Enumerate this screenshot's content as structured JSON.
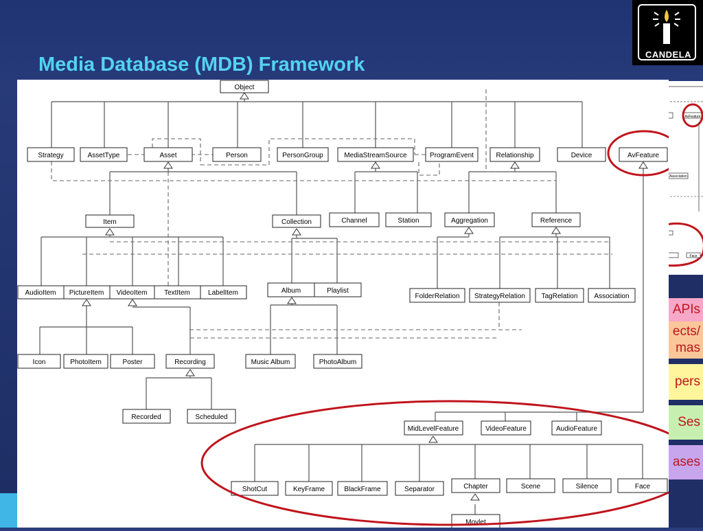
{
  "slide": {
    "title": "Media Database (MDB) Framework",
    "logo_text": "CANDELA"
  },
  "diagram": {
    "classes": {
      "object": "Object",
      "strategy": "Strategy",
      "asset_type": "AssetType",
      "asset": "Asset",
      "person": "Person",
      "person_group": "PersonGroup",
      "media_stream_source": "MediaStreamSource",
      "program_event": "ProgramEvent",
      "relationship": "Relationship",
      "device": "Device",
      "av_feature": "AvFeature",
      "item": "Item",
      "collection": "Collection",
      "channel": "Channel",
      "station": "Station",
      "aggregation": "Aggregation",
      "reference": "Reference",
      "audio_item": "AudioItem",
      "picture_item": "PictureItem",
      "video_item": "VideoItem",
      "text_item": "TextItem",
      "label_item": "LabelItem",
      "album": "Album",
      "playlist": "Playlist",
      "folder_relation": "FolderRelation",
      "strategy_relation": "StrategyRelation",
      "tag_relation": "TagRelation",
      "association": "Association",
      "icon": "Icon",
      "photo_item": "PhotoItem",
      "poster": "Poster",
      "recording": "Recording",
      "music_album": "Music Album",
      "photo_album": "PhotoAlbum",
      "recorded": "Recorded",
      "scheduled": "Scheduled",
      "mid_level_feature": "MidLevelFeature",
      "video_feature": "VideoFeature",
      "audio_feature": "AudioFeature",
      "shot_cut": "ShotCut",
      "key_frame": "KeyFrame",
      "black_frame": "BlackFrame",
      "separator": "Separator",
      "chapter": "Chapter",
      "scene": "Scene",
      "silence": "Silence",
      "face": "Face",
      "movlet": "Movlet"
    }
  },
  "side_thumbnail": {
    "item_1": "AvFeature",
    "item_2": "Association",
    "item_3": "Face"
  },
  "side_menu": {
    "item_1": "APIs",
    "item_2a": "ects/",
    "item_2b": "mas",
    "item_3": "pers",
    "item_4": "Ses",
    "item_5": "ases"
  },
  "colors": {
    "title": "#54d3f0",
    "background": "#22346f",
    "highlight_ellipse": "#c0141c",
    "menu_pink": "#f7a8c8",
    "menu_peach": "#f9c79a",
    "menu_yellow": "#fff59c",
    "menu_green": "#c7efb0",
    "menu_violet": "#c8a6ee"
  }
}
